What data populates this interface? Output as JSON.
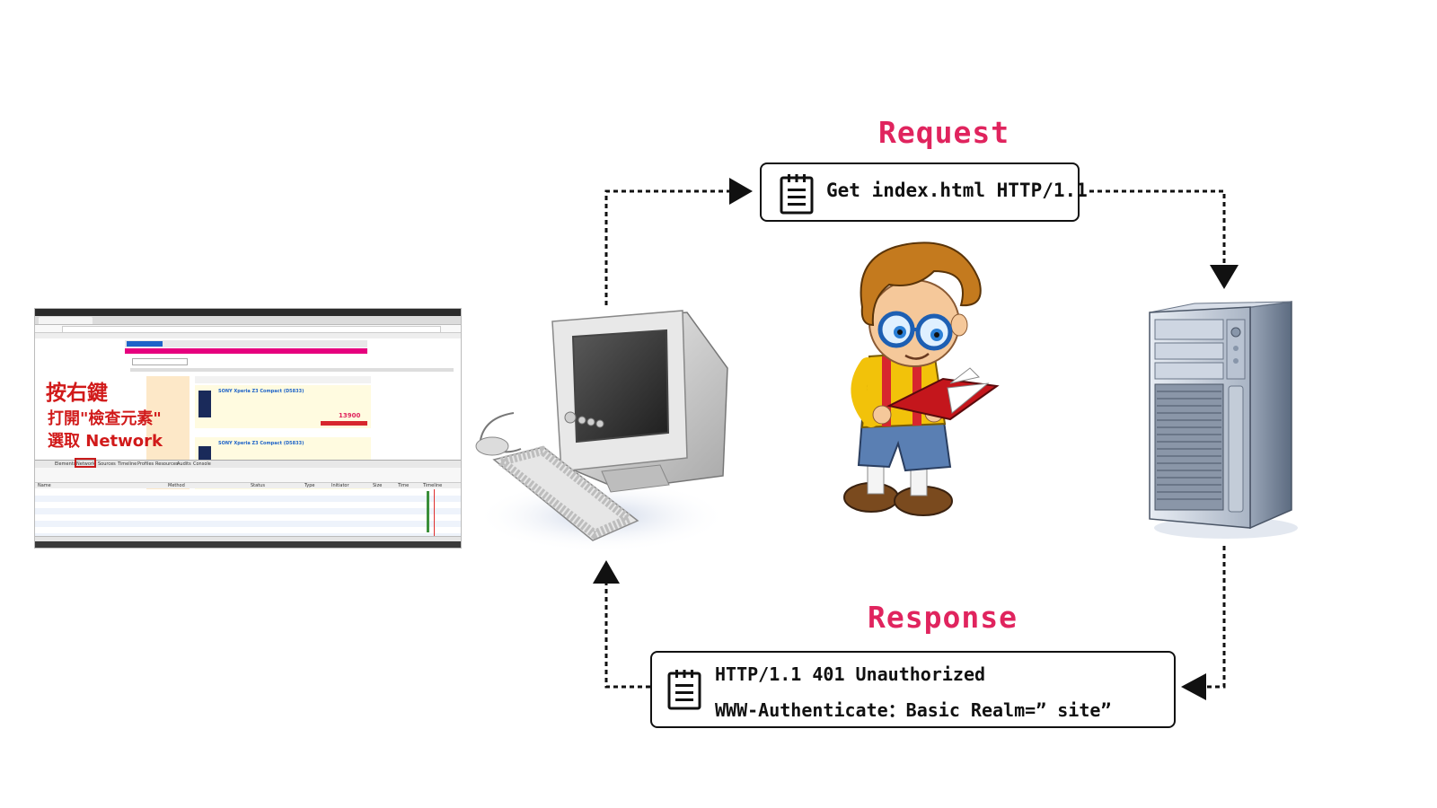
{
  "request": {
    "heading": "Request",
    "line": "Get index.html HTTP/1.1"
  },
  "response": {
    "heading": "Response",
    "line1": "HTTP/1.1 401 Unauthorized",
    "line2": "WWW-Authenticate：Basic Realm=” site”"
  },
  "screenshot": {
    "annotation": {
      "line1": "按右鍵",
      "line2": "打開\"檢查元素\"",
      "line3": "選取 Network"
    },
    "devtools_tabs": [
      "Elements",
      "Network",
      "Sources",
      "Timeline",
      "Profiles",
      "Resources",
      "Audits",
      "Console"
    ],
    "columns": [
      "Name",
      "Method",
      "Status",
      "Type",
      "Initiator",
      "Size",
      "Time",
      "Timeline"
    ],
    "product_title": "SONY Xperia Z3 Compact (D5833)",
    "price": "13900"
  },
  "colors": {
    "heading": "#e0245e",
    "annotation": "#d11a1a"
  },
  "icons": [
    "document-icon",
    "computer-icon",
    "server-icon",
    "boy-reading-icon",
    "arrow-icon"
  ]
}
